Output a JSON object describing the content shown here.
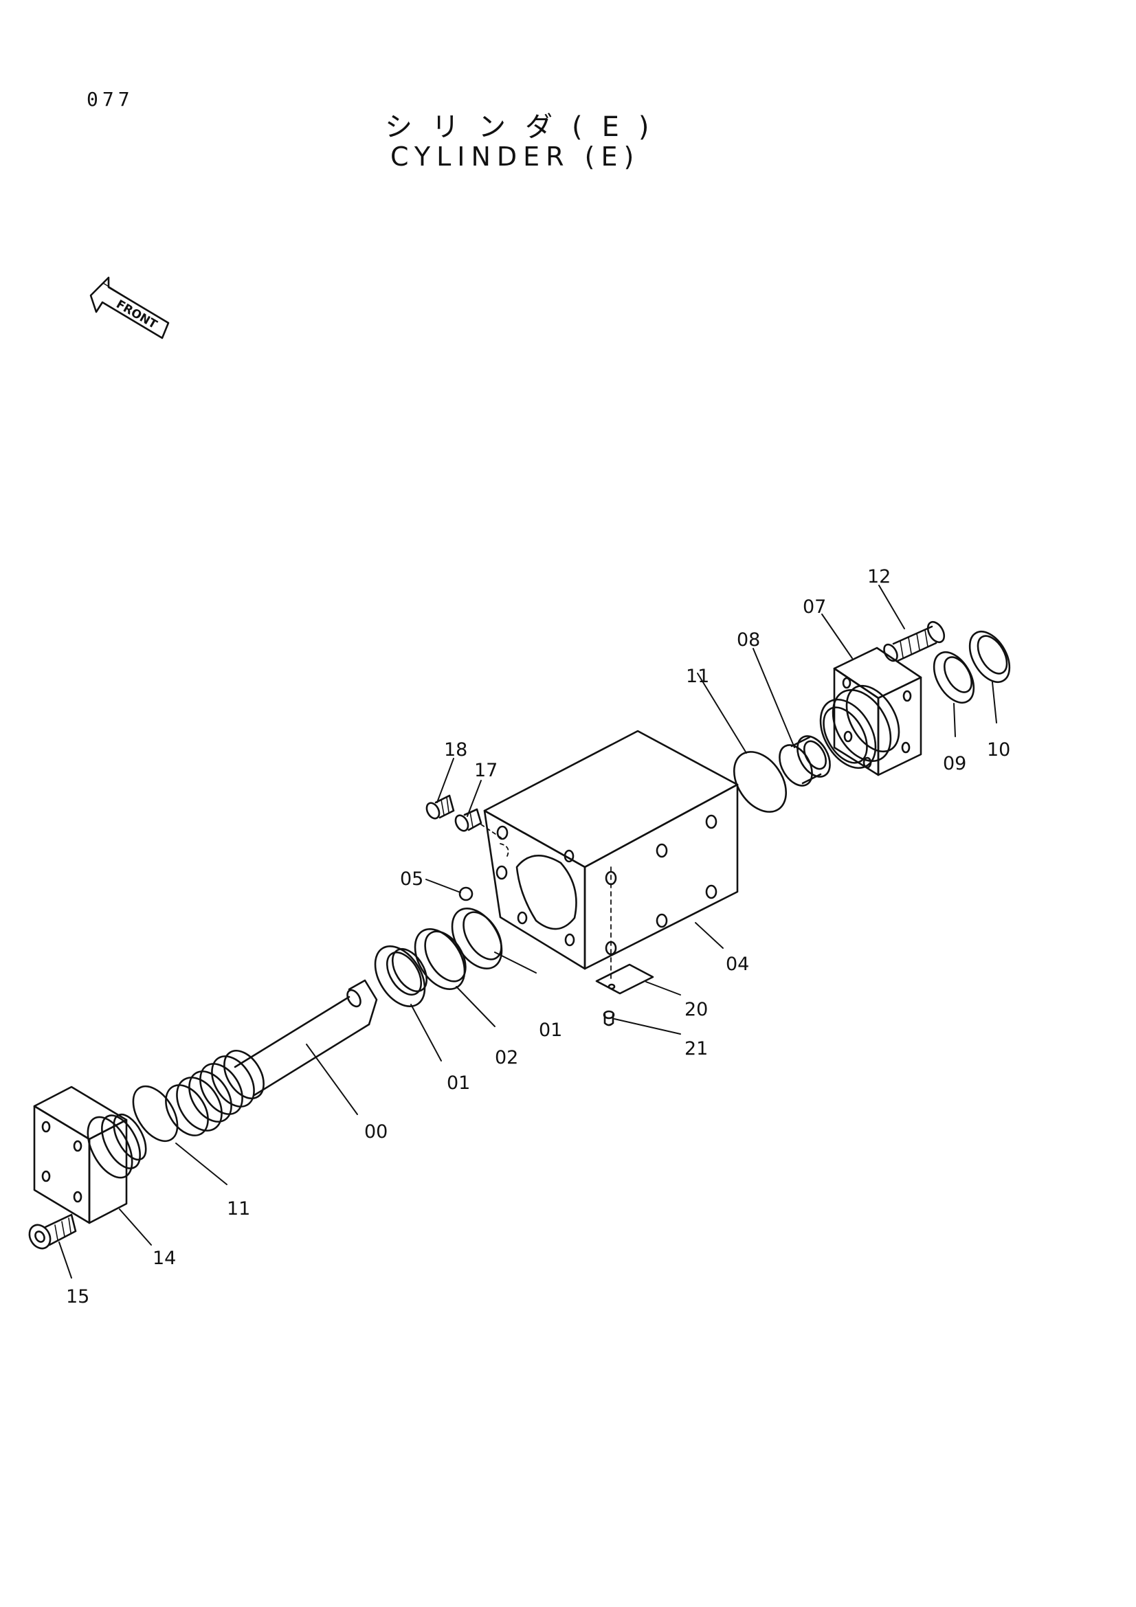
{
  "page_number": "077",
  "title_jp": "シリンダ(E)",
  "title_en": "CYLINDER (E)",
  "front_label": "FRONT",
  "callouts": {
    "c12": "12",
    "c07": "07",
    "c08": "08",
    "c11_top": "11",
    "c09": "09",
    "c10": "10",
    "c18": "18",
    "c17": "17",
    "c05": "05",
    "c04": "04",
    "c20": "20",
    "c21": "21",
    "c01_right": "01",
    "c02": "02",
    "c01_left": "01",
    "c00": "00",
    "c11_bottom": "11",
    "c14": "14",
    "c15": "15"
  }
}
